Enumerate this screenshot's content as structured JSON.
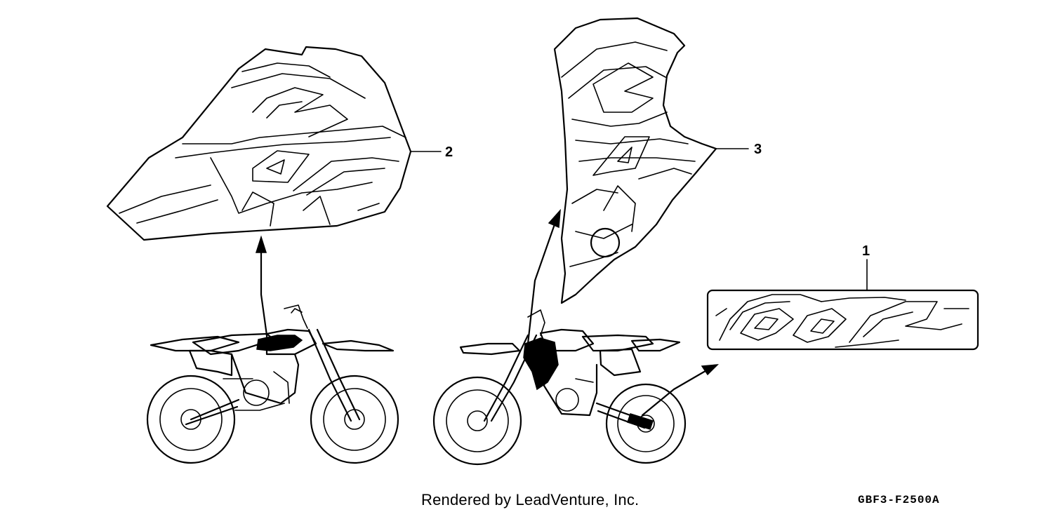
{
  "callouts": {
    "part_1": "1",
    "part_2": "2",
    "part_3": "3"
  },
  "footer": {
    "credit": "Rendered by LeadVenture, Inc.",
    "diagram_code": "GBF3-F2500A"
  },
  "icons": [
    "decal-tank-left",
    "decal-shroud-right",
    "decal-swingarm-80r",
    "motorcycle-left-view",
    "motorcycle-right-view",
    "pointer-arrow"
  ]
}
